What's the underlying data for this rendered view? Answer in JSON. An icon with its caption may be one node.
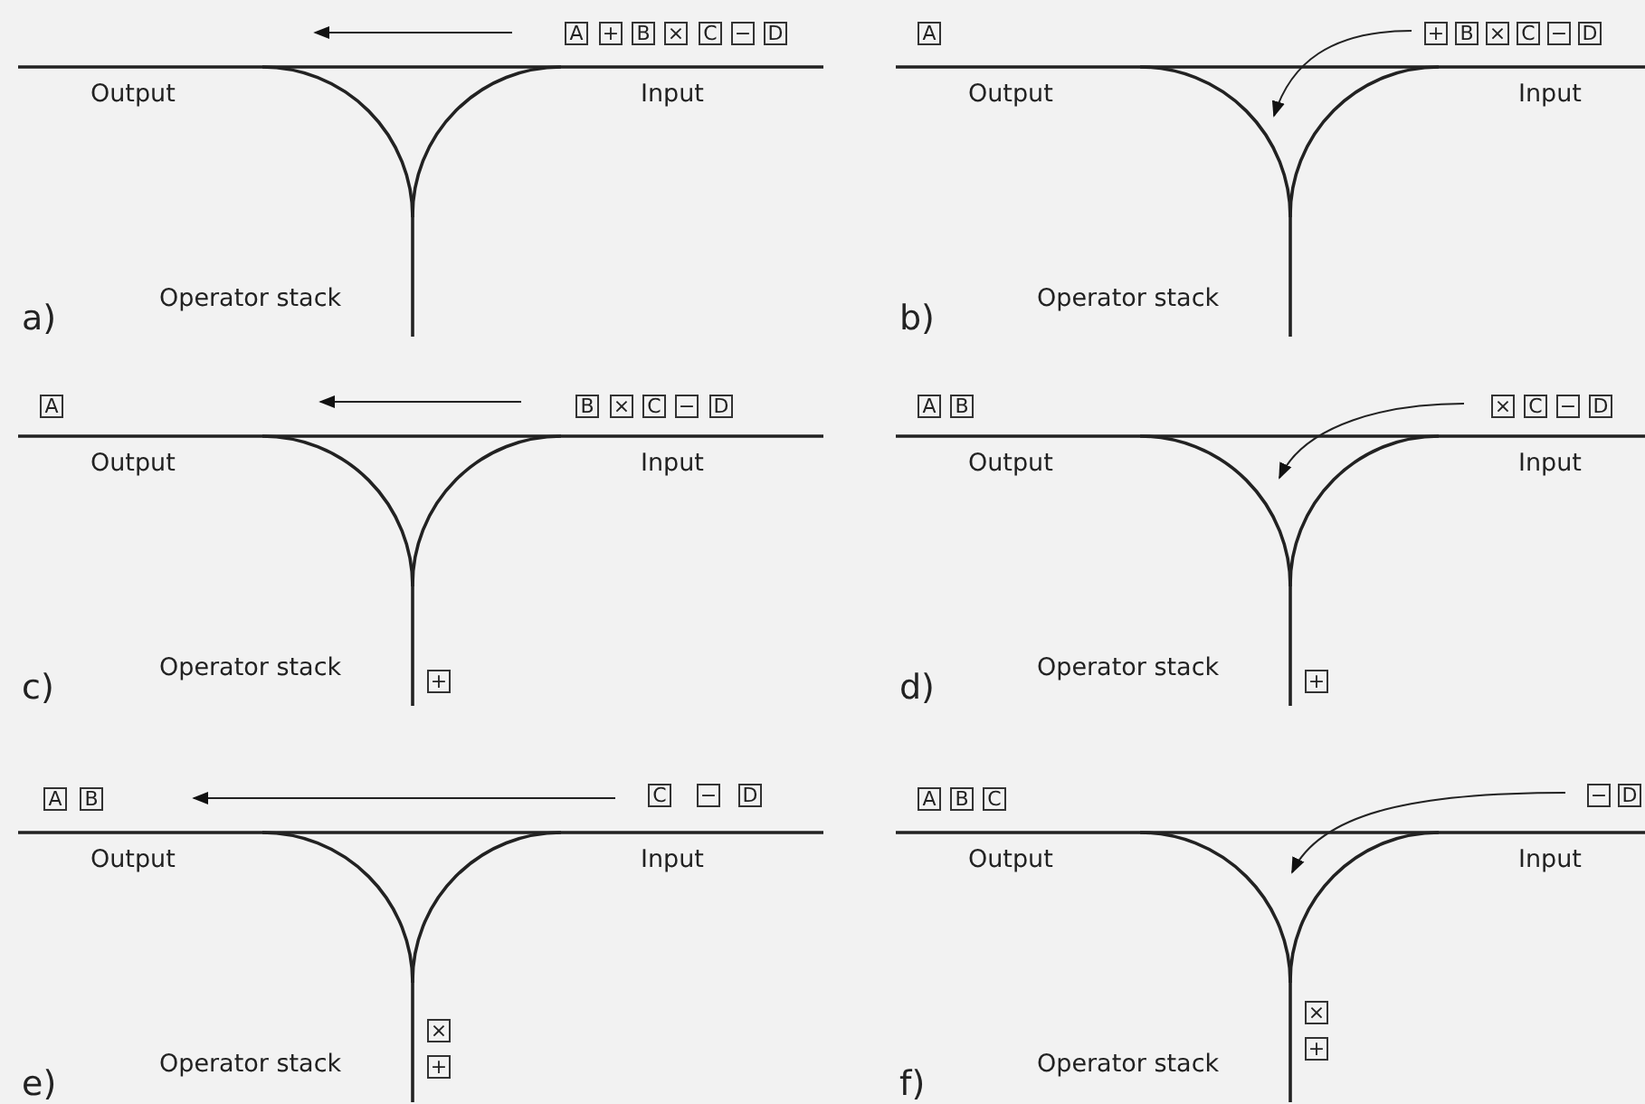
{
  "diagram": {
    "nodes": [
      {
        "text": [
          "A"
        ]
      },
      {
        "text": [
          "+"
        ]
      },
      {
        "text": [
          "B"
        ]
      },
      {
        "text": [
          "×"
        ]
      },
      {
        "text": [
          "C"
        ]
      },
      {
        "text": [
          "−"
        ]
      },
      {
        "text": [
          "D"
        ]
      },
      {
        "text": [
          "A"
        ]
      },
      {
        "text": [
          "+"
        ]
      },
      {
        "text": [
          "B"
        ]
      },
      {
        "text": [
          "×"
        ]
      },
      {
        "text": [
          "C"
        ]
      },
      {
        "text": [
          "−"
        ]
      },
      {
        "text": [
          "D"
        ]
      },
      {
        "text": [
          "A"
        ]
      },
      {
        "text": [
          "B"
        ]
      },
      {
        "text": [
          "×"
        ]
      },
      {
        "text": [
          "C"
        ]
      },
      {
        "text": [
          "−"
        ]
      },
      {
        "text": [
          "D"
        ]
      },
      {
        "text": [
          "+"
        ]
      },
      {
        "text": [
          "A"
        ]
      },
      {
        "text": [
          "B"
        ]
      },
      {
        "text": [
          "×"
        ]
      },
      {
        "text": [
          "C"
        ]
      },
      {
        "text": [
          "−"
        ]
      },
      {
        "text": [
          "D"
        ]
      },
      {
        "text": [
          "+"
        ]
      },
      {
        "text": [
          "A"
        ]
      },
      {
        "text": [
          "B"
        ]
      },
      {
        "text": [
          "C"
        ]
      },
      {
        "text": [
          "−"
        ]
      },
      {
        "text": [
          "D"
        ]
      },
      {
        "text": [
          "×"
        ]
      },
      {
        "text": [
          "+"
        ]
      },
      {
        "text": [
          "A"
        ]
      },
      {
        "text": [
          "B"
        ]
      },
      {
        "text": [
          "C"
        ]
      },
      {
        "text": [
          "−"
        ]
      },
      {
        "text": [
          "D"
        ]
      },
      {
        "text": [
          "×"
        ]
      },
      {
        "text": [
          "+"
        ]
      }
    ],
    "labels": [
      "Output",
      "Input",
      "Operator stack",
      "a)",
      "Output",
      "Input",
      "Operator stack",
      "b)",
      "Output",
      "Input",
      "Operator stack",
      "c)",
      "Output",
      "Input",
      "Operator stack",
      "d)",
      "Output",
      "Input",
      "Operator stack",
      "e)",
      "Output",
      "Input",
      "Operator stack",
      "f)"
    ]
  }
}
